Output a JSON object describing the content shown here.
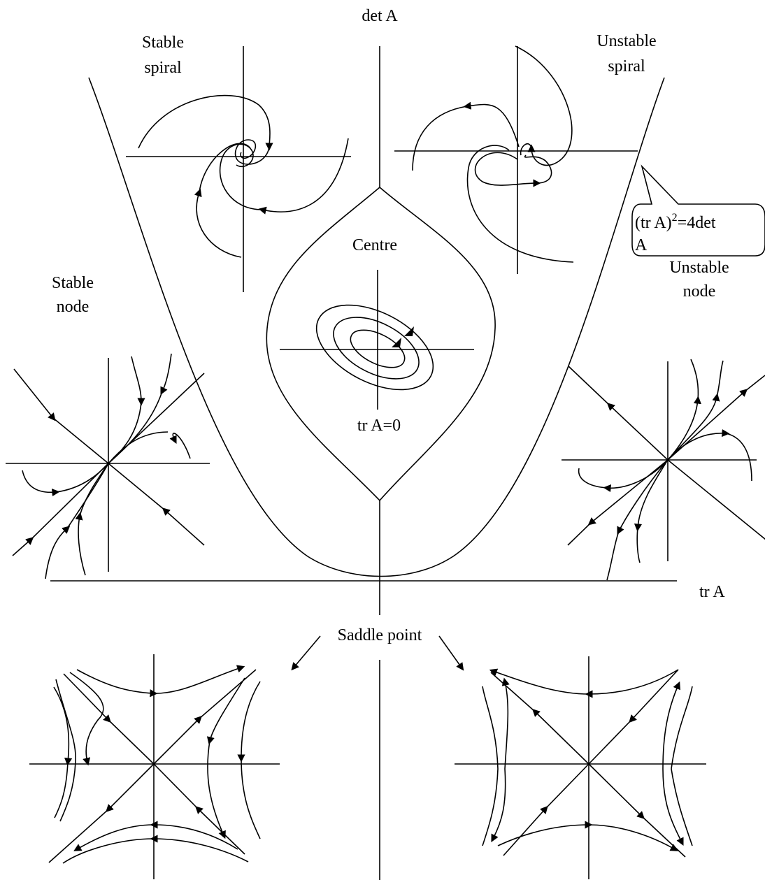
{
  "axes": {
    "vertical_label": "det A",
    "horizontal_label": "tr A"
  },
  "regions": {
    "stable_spiral": {
      "line1": "Stable",
      "line2": "spiral"
    },
    "unstable_spiral": {
      "line1": "Unstable",
      "line2": "spiral"
    },
    "stable_node": {
      "line1": "Stable",
      "line2": "node"
    },
    "unstable_node": {
      "line1": "Unstable",
      "line2": "node"
    },
    "centre": {
      "label": "Centre",
      "condition": "tr A=0"
    },
    "saddle": {
      "label": "Saddle point"
    }
  },
  "parabola_callout": {
    "part1": "(tr A)",
    "exponent": "2",
    "part2": "=4det",
    "part3": "A"
  }
}
